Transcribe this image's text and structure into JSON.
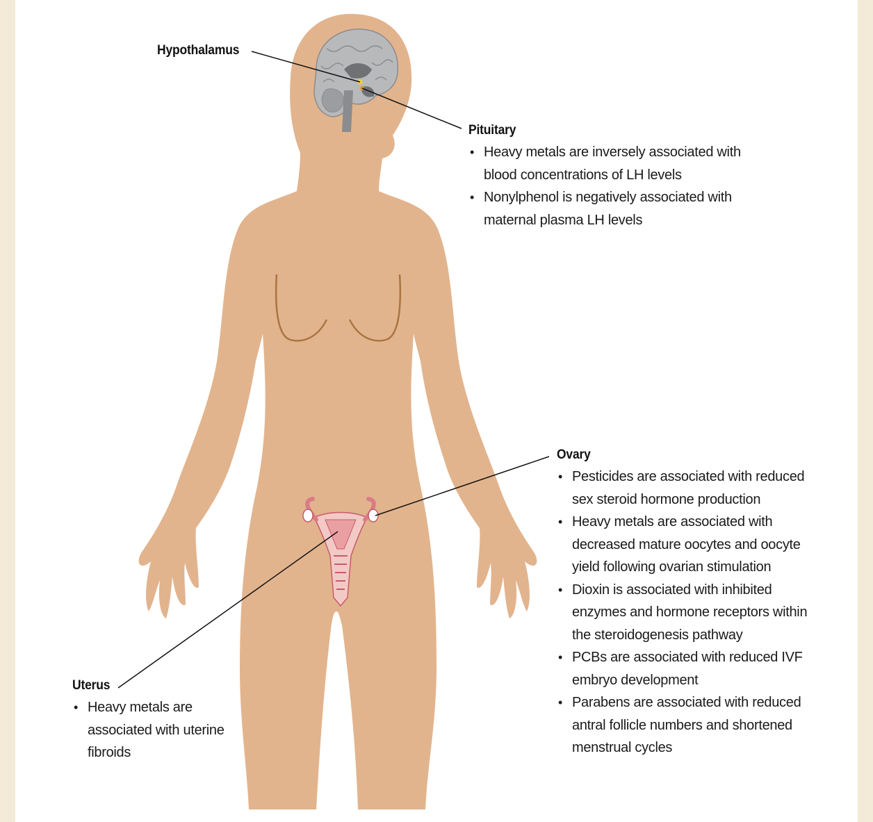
{
  "hypothalamus": {
    "title": "Hypothalamus"
  },
  "pituitary": {
    "title": "Pituitary",
    "items": [
      "Heavy metals are inversely associated with blood concentrations of LH levels",
      "Nonylphenol is negatively associated with maternal plasma LH levels"
    ]
  },
  "ovary": {
    "title": "Ovary",
    "items": [
      "Pesticides are associated with reduced sex steroid hormone production",
      "Heavy metals are associated with decreased mature oocytes and oocyte yield following ovarian stimulation",
      "Dioxin is associated with inhibited enzymes and hormone receptors within the steroidogenesis pathway",
      "PCBs are associated with reduced IVF embryo development",
      "Parabens are associated with reduced antral follicle numbers and shortened menstrual cycles"
    ]
  },
  "uterus": {
    "title": "Uterus",
    "items": [
      "Heavy metals are associated with uterine fibroids"
    ]
  },
  "colors": {
    "skin": "#e2b48d",
    "brain": "#b7b9bb",
    "brain_dark": "#6f7174",
    "uterus": "#f3c9c6",
    "uterus_line": "#c75a6a",
    "breast_line": "#a9753f"
  }
}
